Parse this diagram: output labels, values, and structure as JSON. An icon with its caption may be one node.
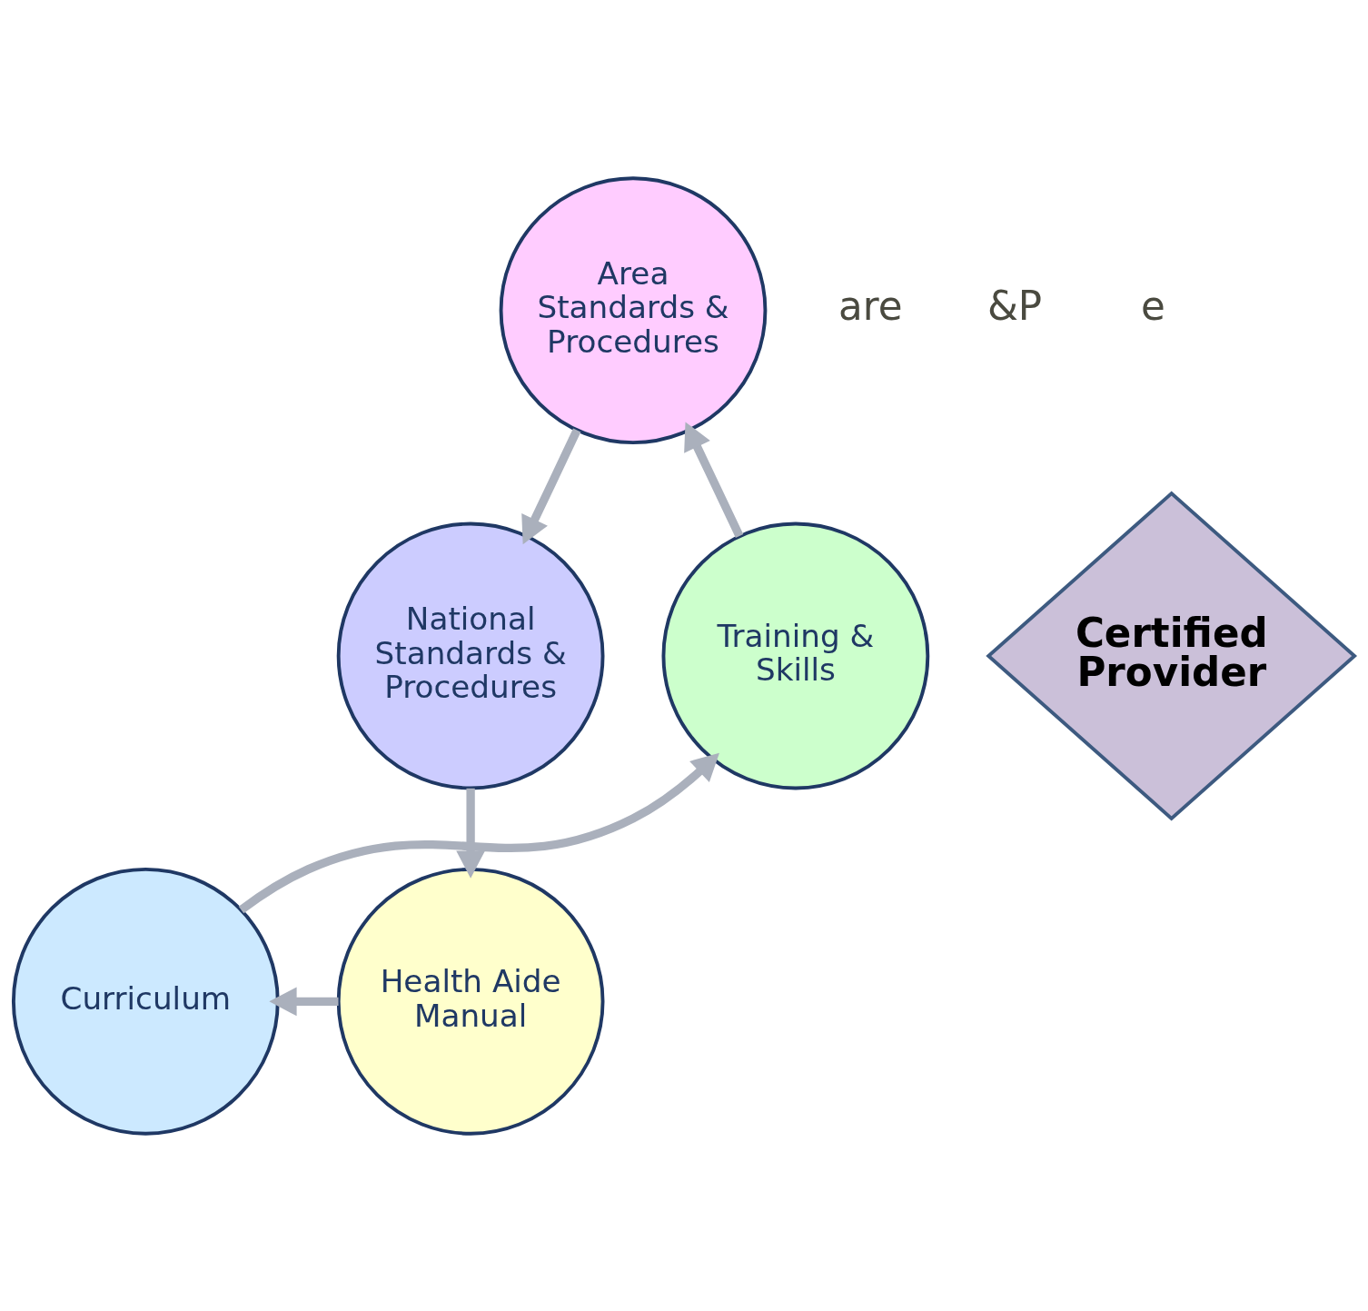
{
  "diagram": {
    "nodes": [
      {
        "text": [
          "Area Standards & Procedures"
        ]
      },
      {
        "text": [
          "National Standards & Procedures"
        ]
      },
      {
        "text": [
          "Health Aide Manual"
        ]
      },
      {
        "text": [
          "Curriculum"
        ]
      },
      {
        "text": [
          "Training & Skills"
        ]
      },
      {
        "text": [
          "Certified Provider"
        ]
      }
    ],
    "edges": [
      {
        "from": 0,
        "to": 1,
        "arrow": "to"
      },
      {
        "from": 1,
        "to": 2,
        "arrow": "to"
      },
      {
        "from": 2,
        "to": 3,
        "arrow": "to"
      },
      {
        "from": 3,
        "to": 4,
        "arrow": "to"
      },
      {
        "from": 4,
        "to": 0,
        "arrow": "to"
      }
    ],
    "labels": [
      "are",
      "&P",
      "e"
    ]
  }
}
